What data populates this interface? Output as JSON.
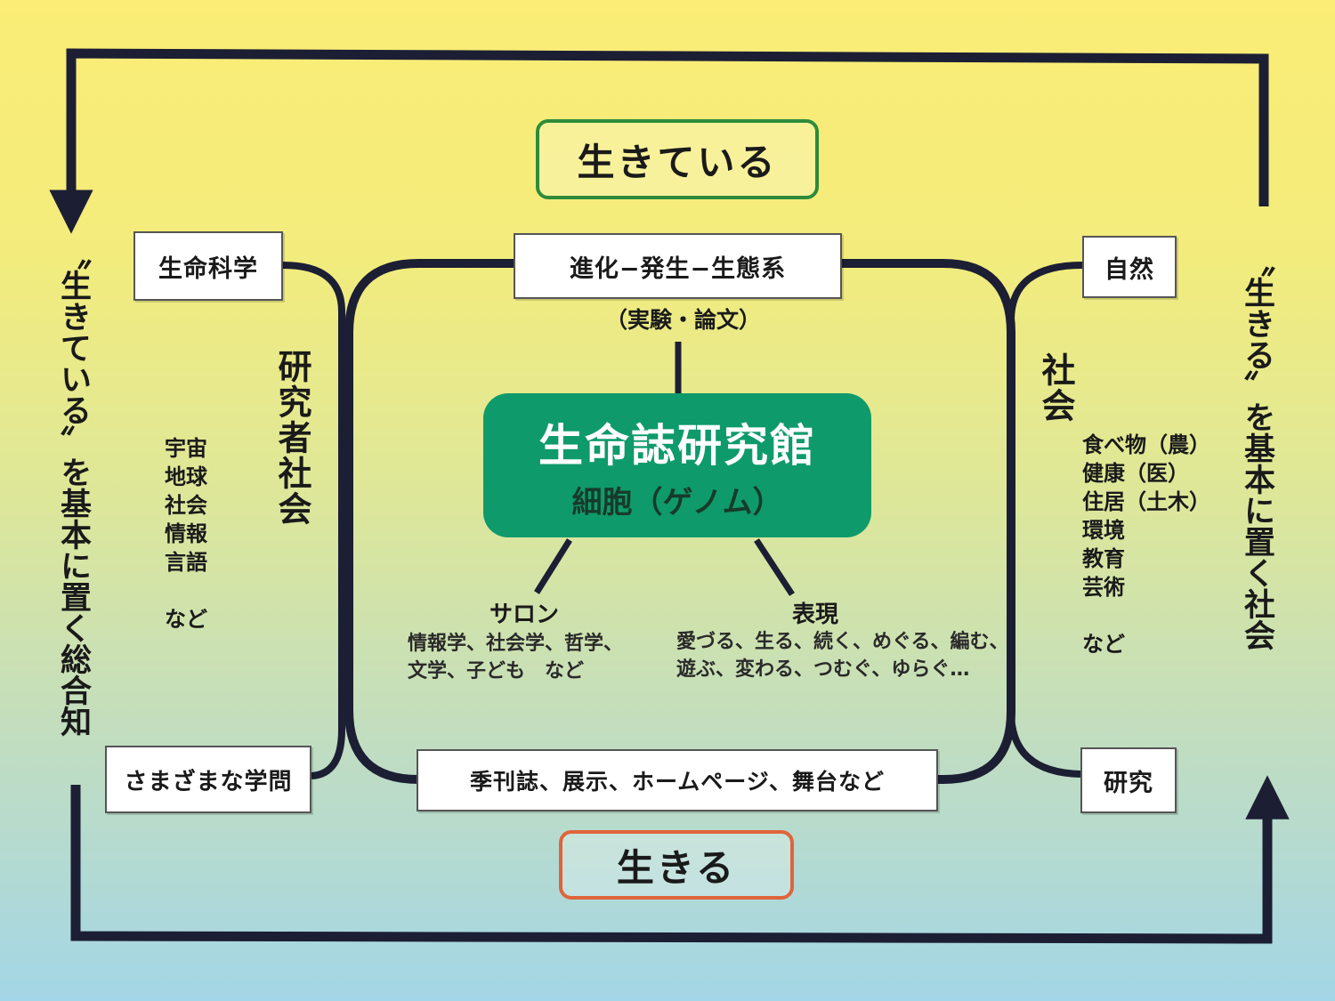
{
  "top_label": "生きている",
  "bottom_label": "生きる",
  "center": {
    "title": "生命誌研究館",
    "subtitle": "細胞（ゲノム）"
  },
  "top_box": {
    "label": "進化−発生−生態系",
    "note": "（実験・論文）"
  },
  "bottom_box": {
    "label": "季刊誌、展示、ホームページ、舞台など"
  },
  "left": {
    "top_box": "生命科学",
    "bottom_box": "さまざまな学問",
    "vertical": "研究者社会",
    "fields": [
      "宇宙",
      "地球",
      "社会",
      "情報",
      "言語",
      "",
      "など"
    ],
    "outer": "〝生きている〟を基本に置く総合知"
  },
  "right": {
    "top_box": "自然",
    "bottom_box": "研究",
    "vertical": "社会",
    "fields": [
      "食べ物（農）",
      "健康（医）",
      "住居（土木）",
      "環境",
      "教育",
      "芸術",
      "",
      "など"
    ],
    "outer": "〝生きる〟を基本に置く社会"
  },
  "salon": {
    "title": "サロン",
    "lines": [
      "情報学、社会学、哲学、",
      "文学、子ども　など"
    ]
  },
  "expression": {
    "title": "表現",
    "lines": [
      "愛づる、生る、続く、めぐる、編む、",
      "遊ぶ、変わる、つむぐ、ゆらぐ…"
    ]
  },
  "colors": {
    "center_green": "#0f9a6b",
    "top_border": "#2e8b3a",
    "bottom_border": "#e0643a",
    "line": "#1c1f33"
  }
}
